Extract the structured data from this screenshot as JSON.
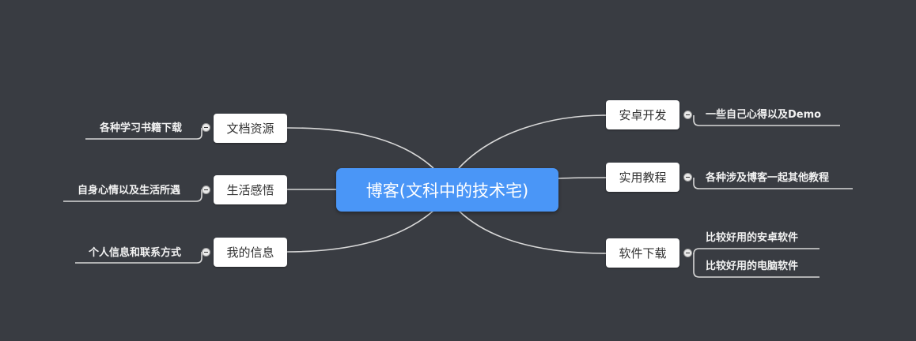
{
  "mindmap": {
    "root": {
      "label": "博客(文科中的技术宅)"
    },
    "left": [
      {
        "label": "文档资源",
        "children": [
          "各种学习书籍下载"
        ]
      },
      {
        "label": "生活感悟",
        "children": [
          "自身心情以及生活所遇"
        ]
      },
      {
        "label": "我的信息",
        "children": [
          "个人信息和联系方式"
        ]
      }
    ],
    "right": [
      {
        "label": "安卓开发",
        "children": [
          "一些自己心得以及Demo"
        ]
      },
      {
        "label": "实用教程",
        "children": [
          "各种涉及博客一起其他教程"
        ]
      },
      {
        "label": "软件下载",
        "children": [
          "比较好用的安卓软件",
          "比较好用的电脑软件"
        ]
      }
    ],
    "colors": {
      "background": "#393c42",
      "root_fill": "#4a96f7",
      "node_fill": "#ffffff",
      "edge": "#d8d8d8"
    }
  }
}
